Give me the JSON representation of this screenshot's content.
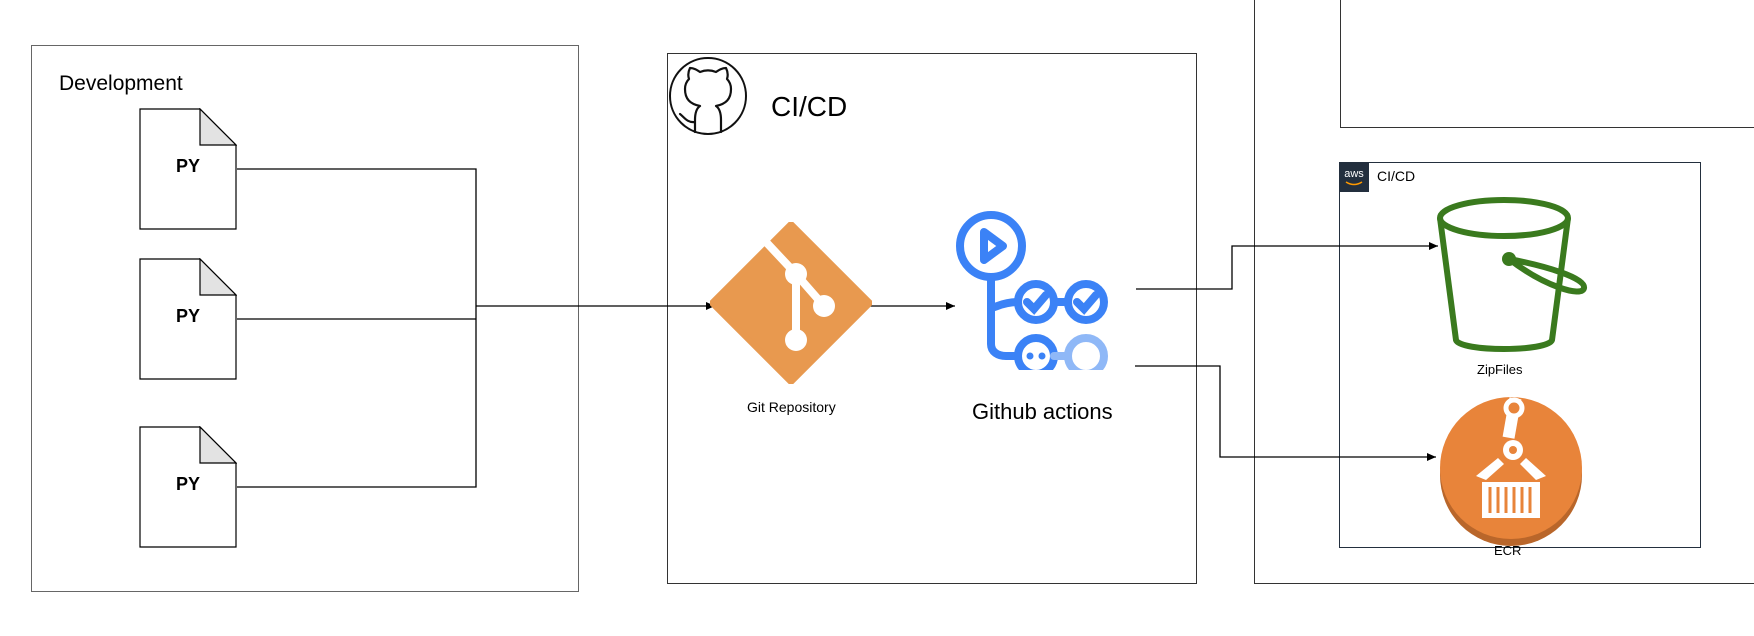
{
  "groups": {
    "development": {
      "title": "Development"
    },
    "cicd": {
      "title": "CI/CD"
    },
    "aws": {
      "title": "CI/CD"
    }
  },
  "files": [
    {
      "label": "PY"
    },
    {
      "label": "PY"
    },
    {
      "label": "PY"
    }
  ],
  "nodes": {
    "git": {
      "label": "Git Repository"
    },
    "github_actions": {
      "label": "Github actions"
    },
    "s3": {
      "label": "ZipFiles"
    },
    "ecr": {
      "label": "ECR"
    }
  },
  "icons": {
    "github": "github-icon",
    "aws_logo": "aws-logo-icon",
    "aws_logo_text": "aws",
    "git": "git-icon",
    "github_actions": "github-actions-icon",
    "s3": "s3-bucket-icon",
    "ecr": "ecr-icon"
  },
  "colors": {
    "git": "#e8994f",
    "github_actions": "#3b82f6",
    "github_actions_light": "#8fb8f7",
    "s3": "#3a7a1e",
    "ecr": "#e8843a",
    "aws_dark": "#232f3e"
  }
}
